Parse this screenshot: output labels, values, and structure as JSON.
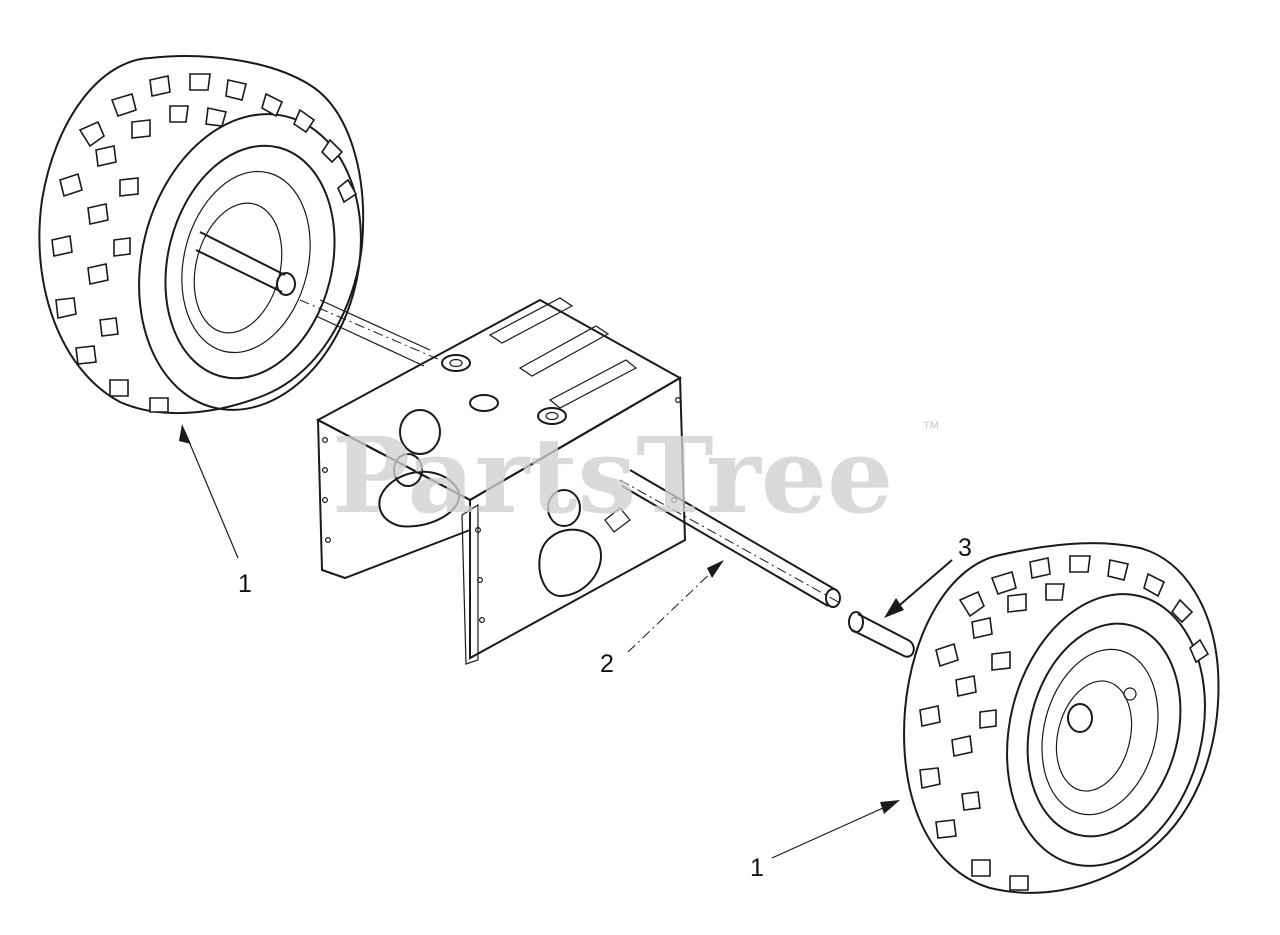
{
  "callouts": [
    {
      "id": "left-wheel",
      "label": "1"
    },
    {
      "id": "axle",
      "label": "2"
    },
    {
      "id": "pin",
      "label": "3"
    },
    {
      "id": "right-wheel",
      "label": "1"
    }
  ],
  "watermark": {
    "brand": "PartsTree",
    "trademark": "™"
  },
  "colors": {
    "line": "#1a1a1a",
    "watermark": "#cfcfcf",
    "background": "#ffffff"
  }
}
